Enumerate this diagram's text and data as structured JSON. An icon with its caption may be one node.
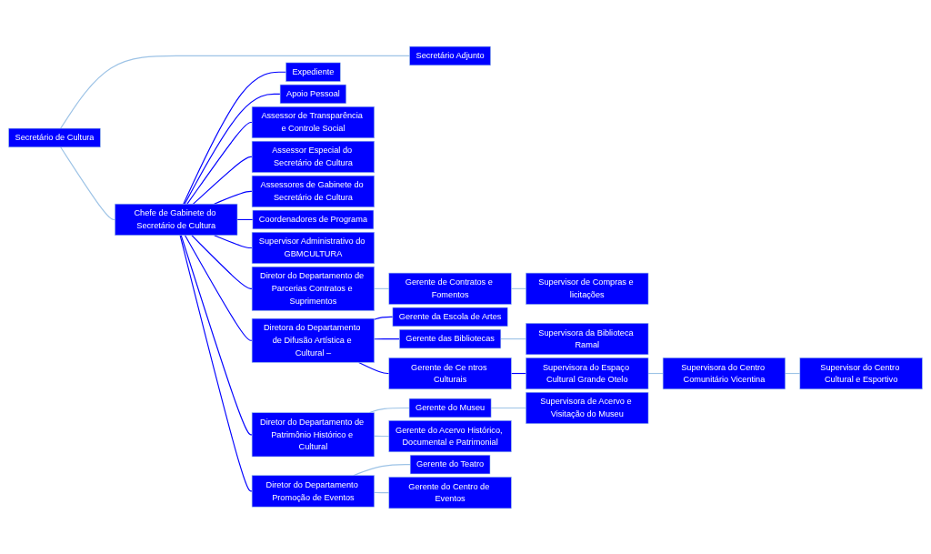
{
  "diagram": {
    "nodes": [
      {
        "text": [
          "Secretário de Cultura"
        ]
      },
      {
        "text": [
          "Secretário Adjunto"
        ]
      },
      {
        "text": [
          "Chefe de Gabinete do Secretário de Cultura"
        ]
      },
      {
        "text": [
          "Expediente"
        ]
      },
      {
        "text": [
          "Apoio Pessoal"
        ]
      },
      {
        "text": [
          "Assessor de Transparência e Controle Social"
        ]
      },
      {
        "text": [
          "Assessor Especial do Secretário de Cultura"
        ]
      },
      {
        "text": [
          "Assessores de Gabinete do Secretário de Cultura"
        ]
      },
      {
        "text": [
          "Coordenadores de Programa"
        ]
      },
      {
        "text": [
          "Supervisor Administrativo do GBMCULTURA"
        ]
      },
      {
        "text": [
          "Diretor do Departamento de Parcerias Contratos e Suprimentos"
        ]
      },
      {
        "text": [
          "Diretora do Departamento de Difusão Artística e Cultural –"
        ]
      },
      {
        "text": [
          "Diretor do Departamento de Patrimônio Histórico e Cultural"
        ]
      },
      {
        "text": [
          "Diretor do Departamento Promoção de Eventos"
        ]
      },
      {
        "text": [
          "Gerente de Contratos e Fomentos"
        ]
      },
      {
        "text": [
          "Supervisor de Compras e licitações"
        ]
      },
      {
        "text": [
          "Gerente da Escola de Artes"
        ]
      },
      {
        "text": [
          "Gerente das Bibliotecas"
        ]
      },
      {
        "text": [
          "Gerente de Ce ntros Culturais"
        ]
      },
      {
        "text": [
          "Supervisora da Biblioteca Ramal"
        ]
      },
      {
        "text": [
          "Supervisora do Espaço Cultural Grande Otelo"
        ]
      },
      {
        "text": [
          "Supervisora do Centro Comunitário Vicentina"
        ]
      },
      {
        "text": [
          "Supervisor do Centro Cultural e Esportivo"
        ]
      },
      {
        "text": [
          "Gerente do Museu"
        ]
      },
      {
        "text": [
          "Gerente do Acervo Histórico, Documental e Patrimonial"
        ]
      },
      {
        "text": [
          "Supervisora de Acervo e Visitação do Museu"
        ]
      },
      {
        "text": [
          "Gerente do Teatro"
        ]
      },
      {
        "text": [
          "Gerente do Centro de Eventos"
        ]
      }
    ],
    "edges": [
      {
        "from": 0,
        "to": 1,
        "arrow": "none",
        "color": "#9dc3e6"
      },
      {
        "from": 0,
        "to": 2,
        "arrow": "none",
        "color": "#9dc3e6"
      },
      {
        "from": 2,
        "to": 3,
        "arrow": "none"
      },
      {
        "from": 2,
        "to": 4,
        "arrow": "none"
      },
      {
        "from": 2,
        "to": 5,
        "arrow": "none"
      },
      {
        "from": 2,
        "to": 6,
        "arrow": "none"
      },
      {
        "from": 2,
        "to": 7,
        "arrow": "none"
      },
      {
        "from": 2,
        "to": 8,
        "arrow": "none"
      },
      {
        "from": 2,
        "to": 9,
        "arrow": "none"
      },
      {
        "from": 2,
        "to": 10,
        "arrow": "none"
      },
      {
        "from": 2,
        "to": 11,
        "arrow": "none"
      },
      {
        "from": 2,
        "to": 12,
        "arrow": "none"
      },
      {
        "from": 2,
        "to": 13,
        "arrow": "none"
      },
      {
        "from": 10,
        "to": 14,
        "arrow": "none",
        "color": "#9dc3e6"
      },
      {
        "from": 14,
        "to": 15,
        "arrow": "none",
        "color": "#9dc3e6"
      },
      {
        "from": 11,
        "to": 16,
        "arrow": "none"
      },
      {
        "from": 11,
        "to": 17,
        "arrow": "none"
      },
      {
        "from": 11,
        "to": 18,
        "arrow": "none"
      },
      {
        "from": 17,
        "to": 19,
        "arrow": "none",
        "color": "#9dc3e6"
      },
      {
        "from": 18,
        "to": 20,
        "arrow": "none"
      },
      {
        "from": 20,
        "to": 21,
        "arrow": "none",
        "color": "#9dc3e6"
      },
      {
        "from": 21,
        "to": 22,
        "arrow": "none",
        "color": "#9dc3e6"
      },
      {
        "from": 12,
        "to": 23,
        "arrow": "none",
        "color": "#9dc3e6"
      },
      {
        "from": 12,
        "to": 24,
        "arrow": "none",
        "color": "#9dc3e6"
      },
      {
        "from": 23,
        "to": 25,
        "arrow": "none",
        "color": "#9dc3e6"
      },
      {
        "from": 13,
        "to": 26,
        "arrow": "none",
        "color": "#9dc3e6"
      },
      {
        "from": 13,
        "to": 27,
        "arrow": "none",
        "color": "#9dc3e6"
      }
    ]
  }
}
